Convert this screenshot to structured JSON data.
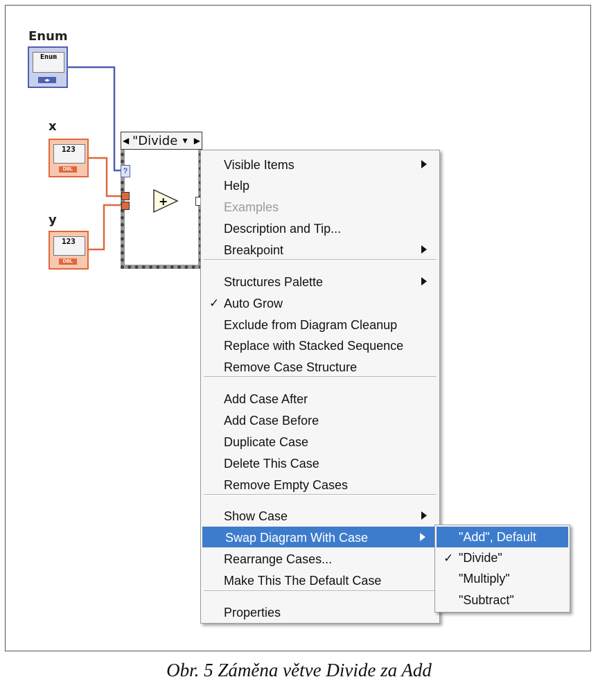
{
  "diagram": {
    "enum_label": "Enum",
    "enum_inner": "Enum",
    "x_label": "x",
    "y_label": "y",
    "numeric_inner": "123",
    "numeric_type": "DBL",
    "case_selector_value": "\"Divide"
  },
  "context_menu": {
    "items": [
      {
        "label": "Visible Items",
        "submenu": true
      },
      {
        "label": "Help"
      },
      {
        "label": "Examples",
        "disabled": true
      },
      {
        "label": "Description and Tip..."
      },
      {
        "label": "Breakpoint",
        "submenu": true
      },
      {
        "label": "Structures Palette",
        "submenu": true
      },
      {
        "label": "Auto Grow",
        "checked": true
      },
      {
        "label": "Exclude from Diagram Cleanup"
      },
      {
        "label": "Replace with Stacked Sequence"
      },
      {
        "label": "Remove Case Structure"
      },
      {
        "label": "Add Case After"
      },
      {
        "label": "Add Case Before"
      },
      {
        "label": "Duplicate Case"
      },
      {
        "label": "Delete This Case"
      },
      {
        "label": "Remove Empty Cases"
      },
      {
        "label": "Show Case",
        "submenu": true
      },
      {
        "label": "Swap Diagram With Case",
        "submenu": true,
        "highlighted": true
      },
      {
        "label": "Rearrange Cases..."
      },
      {
        "label": "Make This The Default Case"
      },
      {
        "label": "Properties"
      }
    ],
    "check_glyph": "✓"
  },
  "submenu": {
    "items": [
      {
        "label": "\"Add\", Default",
        "highlighted": true
      },
      {
        "label": "\"Divide\"",
        "checked": true
      },
      {
        "label": "\"Multiply\""
      },
      {
        "label": "\"Subtract\""
      }
    ]
  },
  "caption": "Obr. 5  Záměna větve Divide za Add",
  "colors": {
    "enum_wire": "#4a5fae",
    "numeric_wire": "#e0683a",
    "highlight": "#3d7ccd"
  }
}
